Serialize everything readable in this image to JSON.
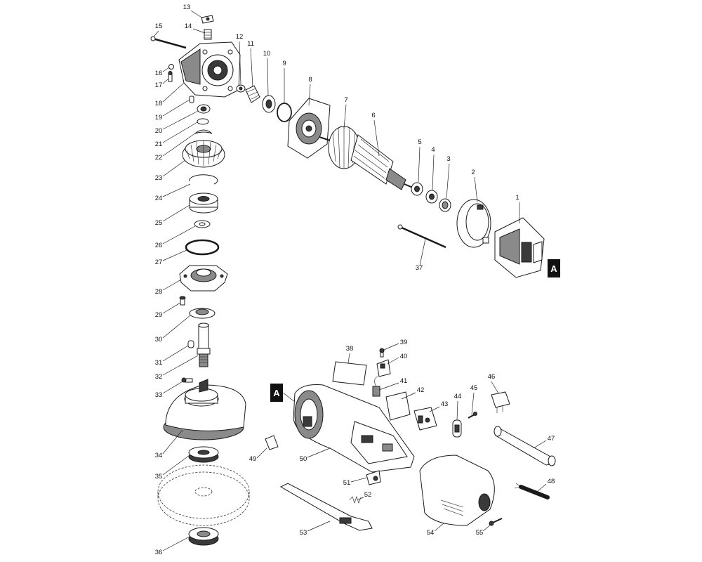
{
  "section_marker": "A",
  "labels": [
    "1",
    "2",
    "3",
    "4",
    "5",
    "6",
    "7",
    "8",
    "9",
    "10",
    "11",
    "12",
    "13",
    "14",
    "15",
    "16",
    "17",
    "18",
    "19",
    "20",
    "21",
    "22",
    "23",
    "24",
    "25",
    "26",
    "27",
    "28",
    "29",
    "30",
    "31",
    "32",
    "33",
    "34",
    "35",
    "36",
    "37",
    "38",
    "39",
    "40",
    "41",
    "42",
    "43",
    "44",
    "45",
    "46",
    "47",
    "48",
    "49",
    "50",
    "51",
    "52",
    "53",
    "54",
    "55"
  ]
}
